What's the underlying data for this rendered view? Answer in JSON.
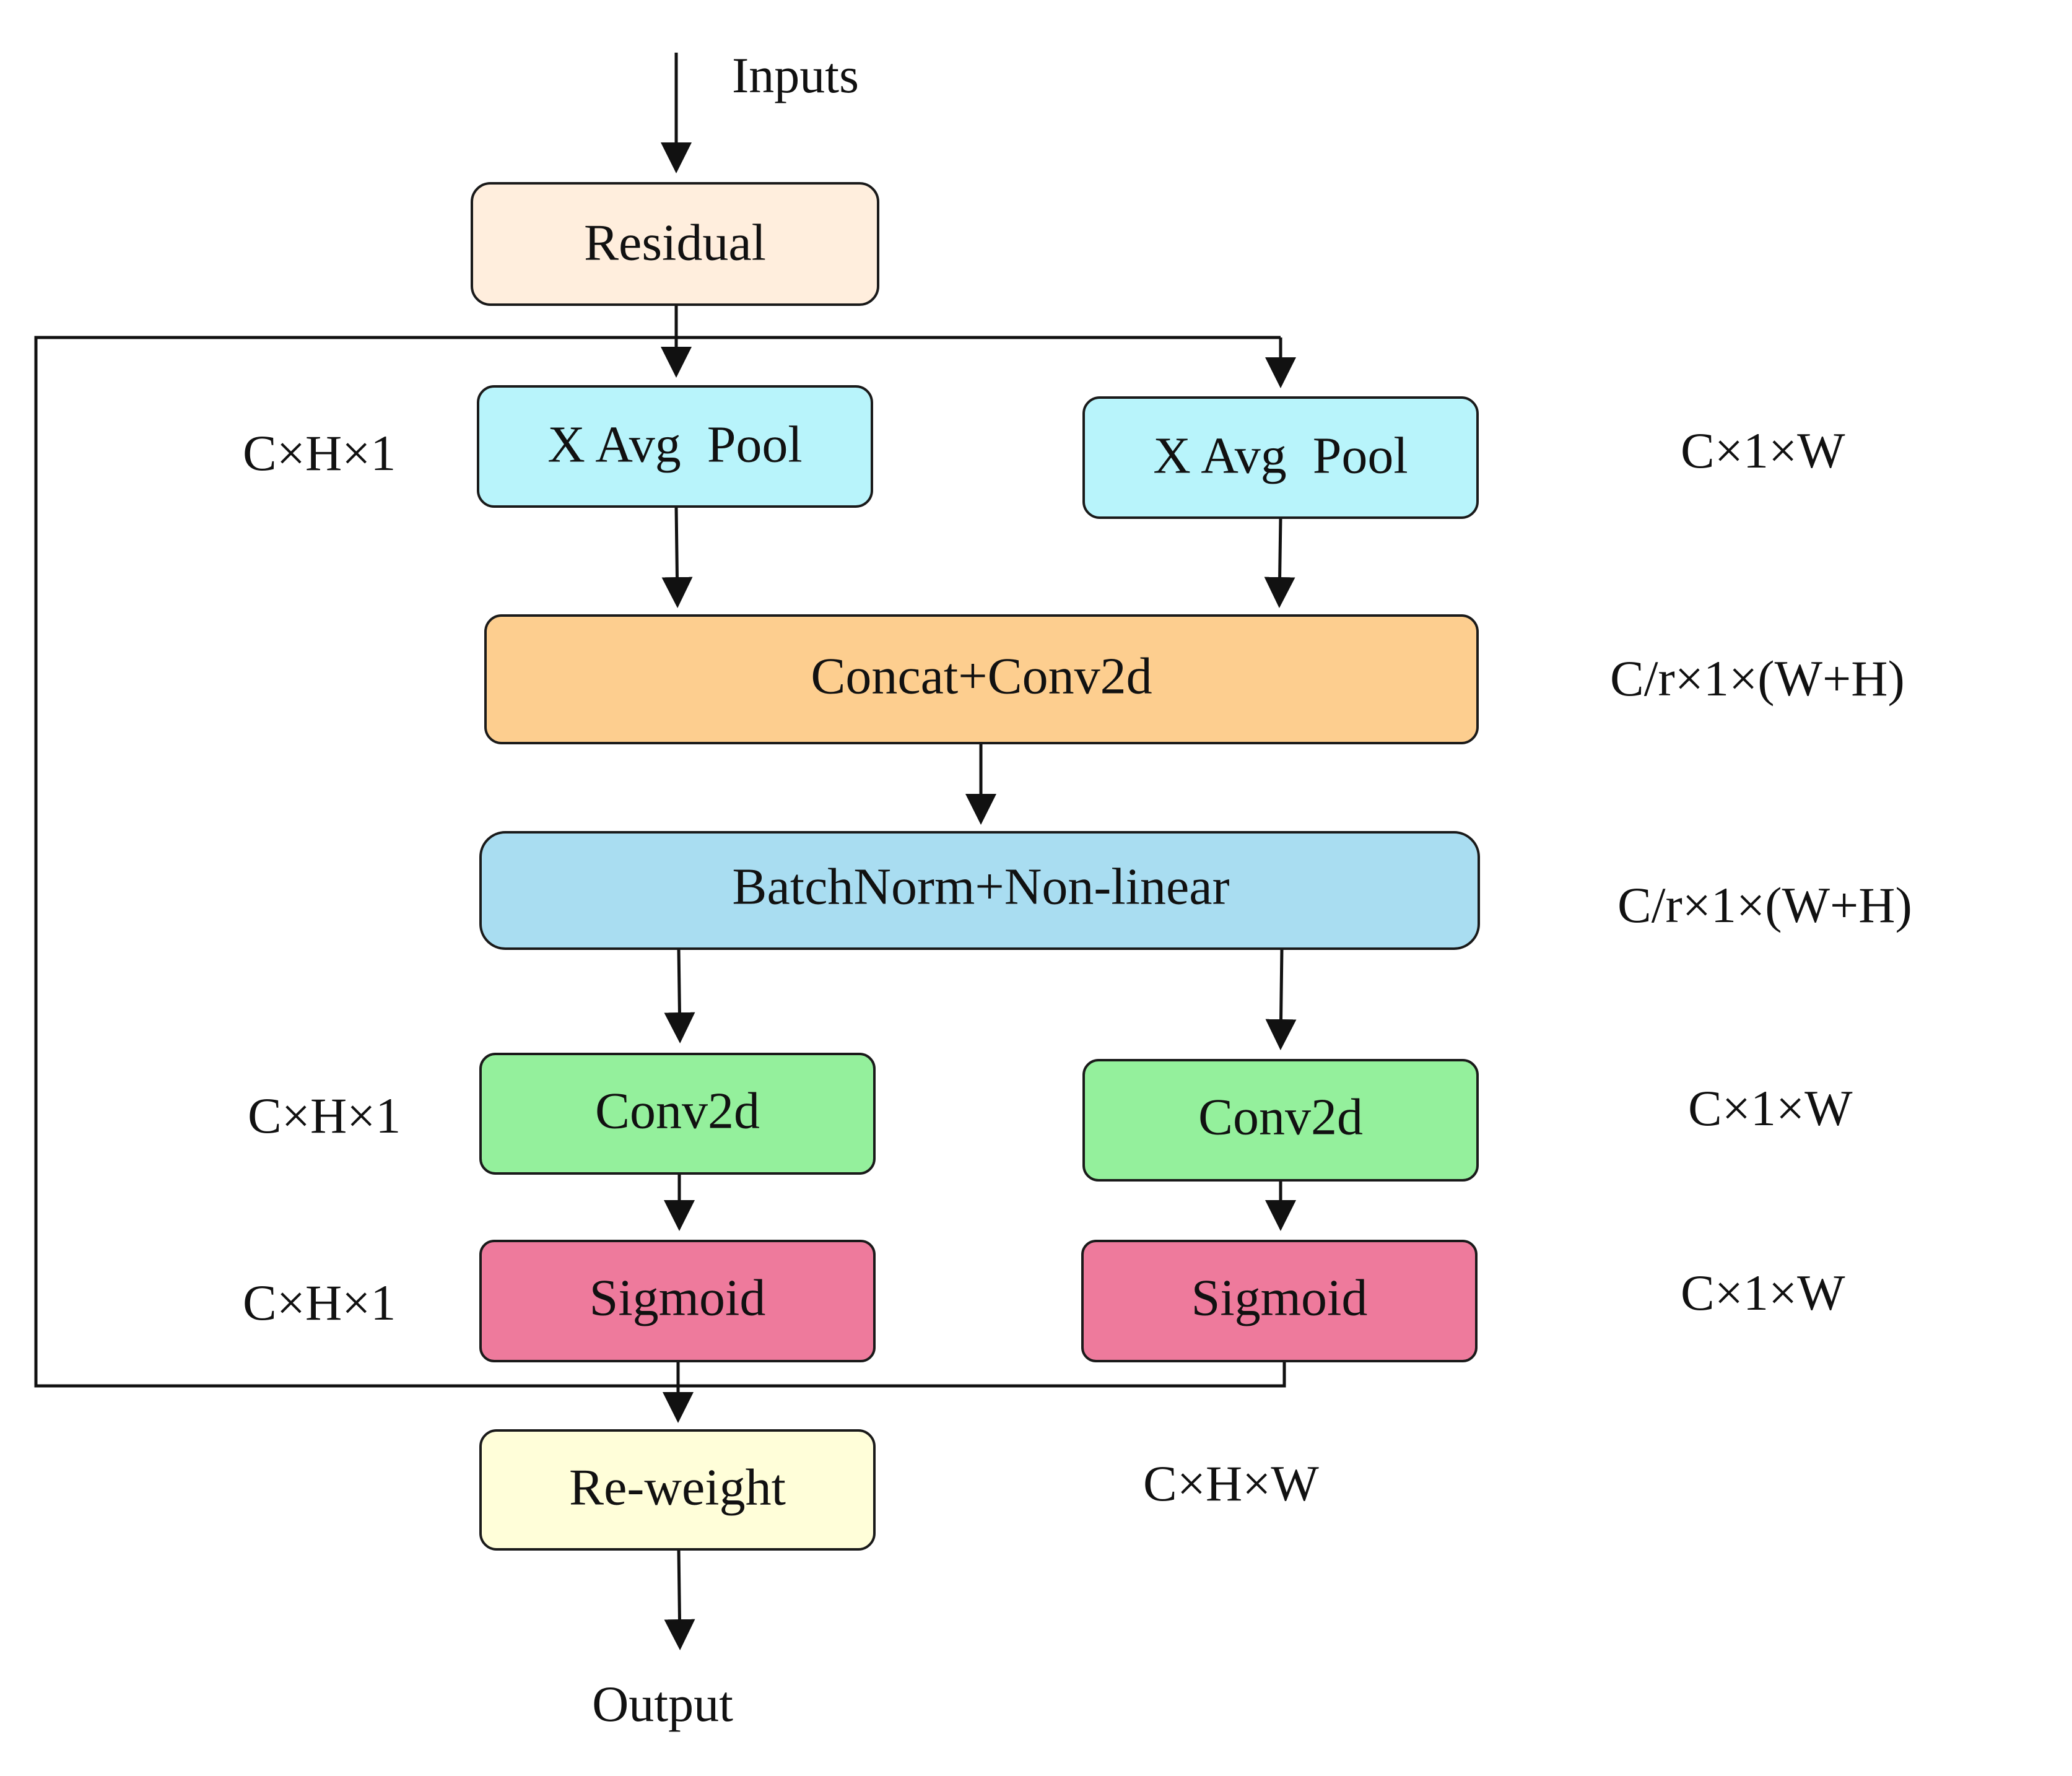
{
  "io": {
    "input_label": "Inputs",
    "output_label": "Output"
  },
  "nodes": {
    "residual": {
      "label": "Residual",
      "color": "#FFEEDD"
    },
    "pool_left": {
      "label": "X Avg  Pool",
      "color": "#B8F4FB"
    },
    "pool_right": {
      "label": "X Avg  Pool",
      "color": "#B8F4FB"
    },
    "concat_conv": {
      "label": "Concat+Conv2d",
      "color": "#FDCE8F"
    },
    "batchnorm": {
      "label": "BatchNorm+Non-linear",
      "color": "#A9DDF1"
    },
    "conv_left": {
      "label": "Conv2d",
      "color": "#94F09C"
    },
    "conv_right": {
      "label": "Conv2d",
      "color": "#94F09C"
    },
    "sigmoid_left": {
      "label": "Sigmoid",
      "color": "#EE7A9C"
    },
    "sigmoid_right": {
      "label": "Sigmoid",
      "color": "#EE7A9C"
    },
    "reweight": {
      "label": "Re-weight",
      "color": "#FFFED9"
    }
  },
  "dimensions": {
    "pool_left": "C×H×1",
    "pool_right": "C×1×W",
    "concat_conv": "C/r×1×(W+H)",
    "batchnorm": "C/r×1×(W+H)",
    "conv_left": "C×H×1",
    "conv_right": "C×1×W",
    "sigmoid_left": "C×H×1",
    "sigmoid_right": "C×1×W",
    "reweight": "C×H×W"
  }
}
